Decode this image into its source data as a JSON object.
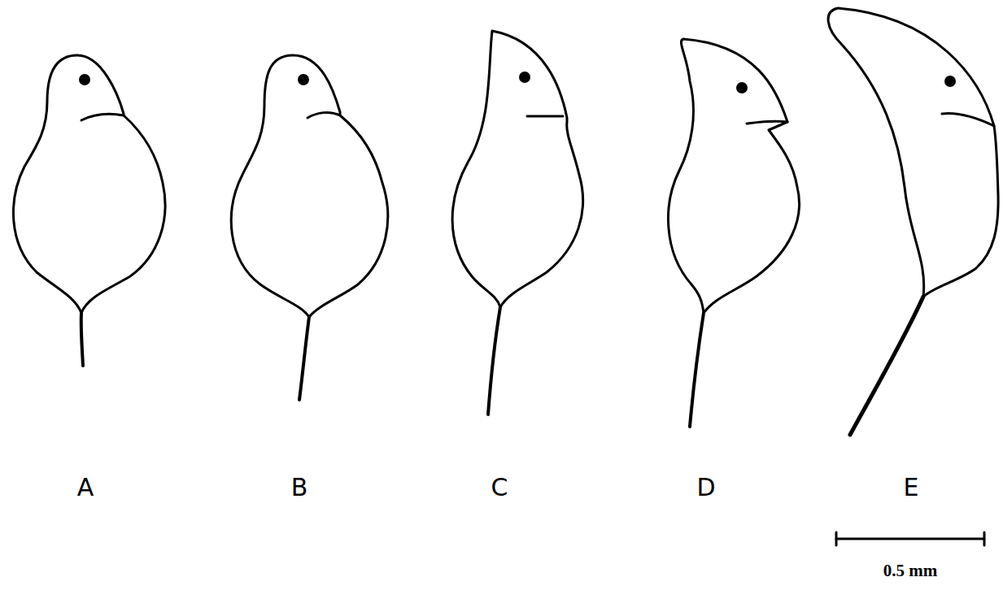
{
  "diagram": {
    "labels": [
      "A",
      "B",
      "C",
      "D",
      "E",
      "0.5 mm"
    ]
  }
}
